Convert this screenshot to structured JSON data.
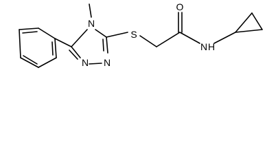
{
  "colors": {
    "bond": "#000000",
    "background": "#ffffff"
  },
  "atom_labels": {
    "sulfur": "S",
    "carbonyl_oxygen": "O",
    "amide_nh": "N",
    "amide_h": "H",
    "ring_n4": "N",
    "ring_n2": "N",
    "ring_n1": "N"
  }
}
